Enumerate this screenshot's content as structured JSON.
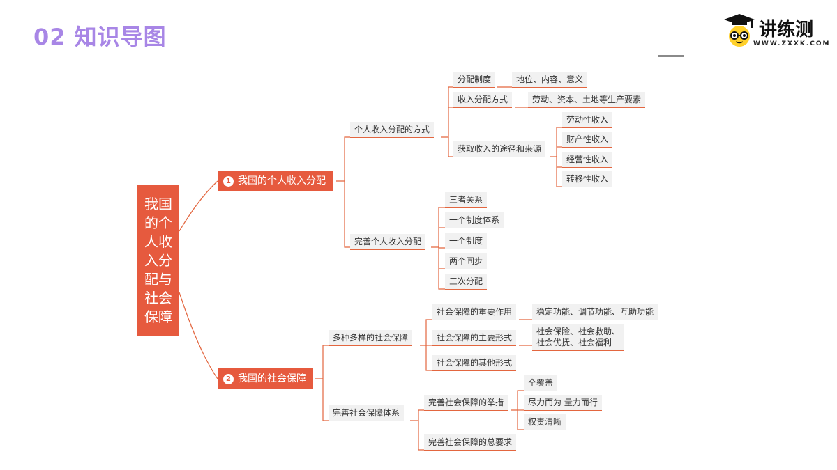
{
  "header": {
    "title": "02 知识导图",
    "logo_text": "讲练测",
    "logo_url": "WWW.ZXXK.COM"
  },
  "mindmap": {
    "root": "我国\n的个\n人收\n入分\n配与\n社会\n保障",
    "b1": {
      "num": "1",
      "label": "我国的个人收入分配",
      "s1": {
        "label": "个人收入分配的方式",
        "c1": {
          "label": "分配制度",
          "leaf": "地位、内容、意义"
        },
        "c2": {
          "label": "收入分配方式",
          "leaf": "劳动、资本、土地等生产要素"
        },
        "c3": {
          "label": "获取收入的途径和来源",
          "leaves": [
            "劳动性收入",
            "财产性收入",
            "经营性收入",
            "转移性收入"
          ]
        }
      },
      "s2": {
        "label": "完善个人收入分配",
        "leaves": [
          "三者关系",
          "一个制度体系",
          "一个制度",
          "两个同步",
          "三次分配"
        ]
      }
    },
    "b2": {
      "num": "2",
      "label": "我国的社会保障",
      "s1": {
        "label": "多种多样的社会保障",
        "c1": {
          "label": "社会保障的重要作用",
          "leaf": "稳定功能、调节功能、互助功能"
        },
        "c2": {
          "label": "社会保障的主要形式",
          "leaf_line1": "社会保险、社会救助、",
          "leaf_line2": "社会优抚、社会福利"
        },
        "c3": {
          "label": "社会保障的其他形式"
        }
      },
      "s2": {
        "label": "完善社会保障体系",
        "c1": {
          "label": "完善社会保障的举措",
          "leaves": [
            "全覆盖",
            "尽力而为 量力而行",
            "权责清晰"
          ]
        },
        "c2": {
          "label": "完善社会保障的总要求"
        }
      }
    }
  },
  "colors": {
    "title": "#a886e6",
    "accent": "#e65a3e",
    "line": "#e3663f",
    "node_bg": "#f1f1f1"
  }
}
